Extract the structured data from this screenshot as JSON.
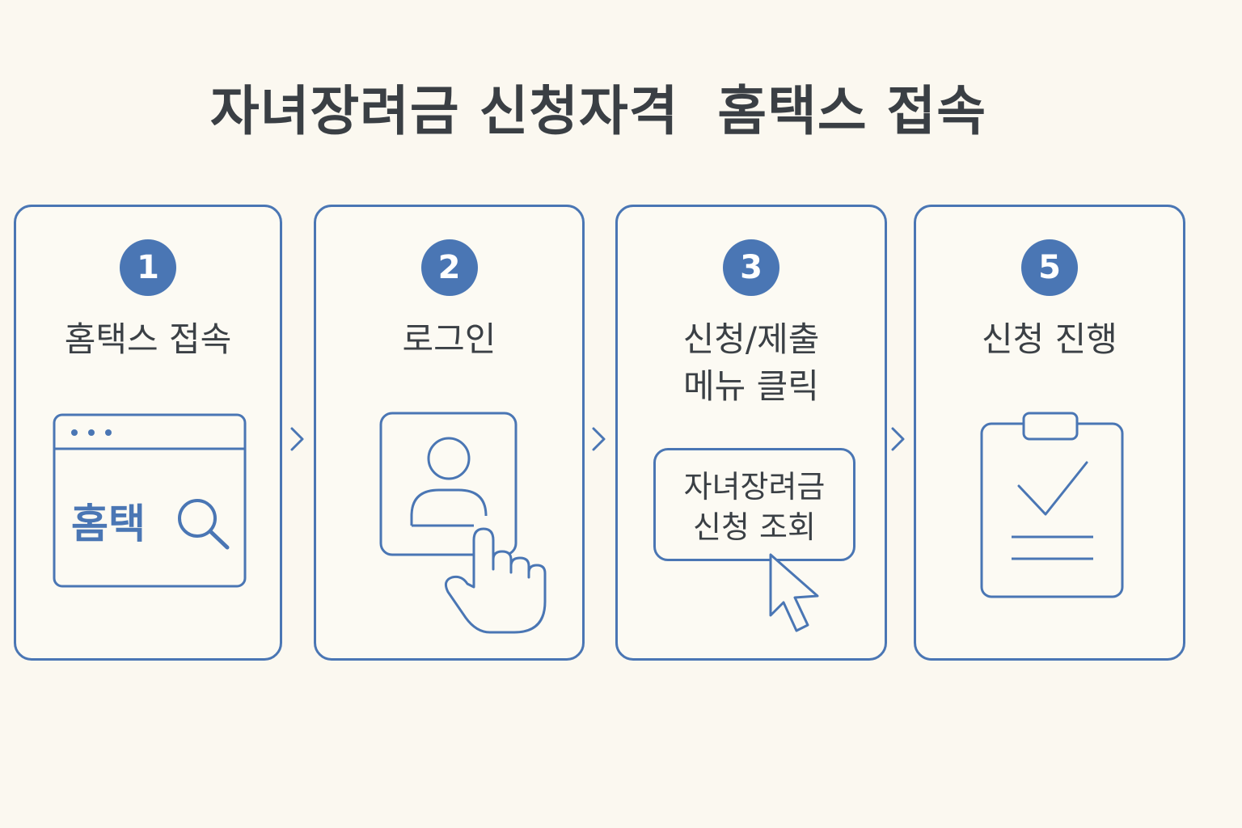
{
  "title": "자녀장려금 신청자격  홈택스 접속",
  "steps": [
    {
      "number": "1",
      "title_lines": [
        "홈택스 접속"
      ],
      "icon": "browser-search-icon",
      "illustration_text": "홈택"
    },
    {
      "number": "2",
      "title_lines": [
        "로그인"
      ],
      "icon": "user-login-tap-icon"
    },
    {
      "number": "3",
      "title_lines": [
        "신청/제출",
        "메뉴 클릭"
      ],
      "icon": "cursor-click-icon",
      "menu_lines": [
        "자녀장려금",
        "신청 조회"
      ]
    },
    {
      "number": "5",
      "title_lines": [
        "신청 진행"
      ],
      "icon": "clipboard-check-icon"
    }
  ],
  "colors": {
    "accent": "#4a76b4",
    "background": "#fbf8f0",
    "text": "#3b4045"
  }
}
